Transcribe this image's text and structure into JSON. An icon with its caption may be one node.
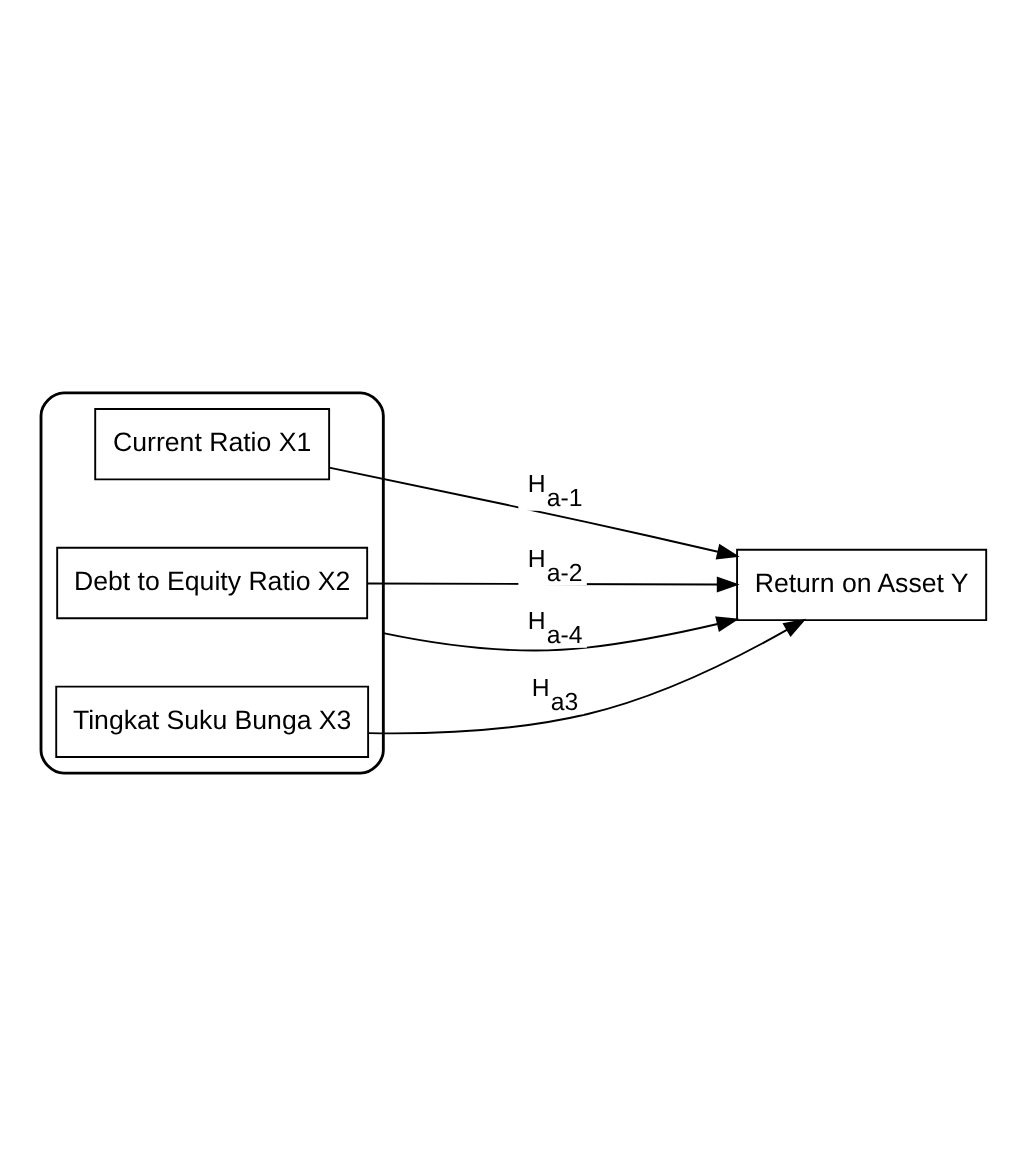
{
  "diagram": {
    "nodes": [
      {
        "text": [],
        "shape": "box"
      },
      {
        "text": [
          "Current Ratio X1"
        ],
        "in": 0
      },
      {
        "text": [
          "Debt to Equity Ratio X2"
        ],
        "in": 0
      },
      {
        "text": [
          "Tingkat Suku Bunga X3"
        ],
        "in": 0
      },
      {
        "text": [
          "Return on Asset Y"
        ]
      }
    ],
    "edges": [
      {
        "from": 1,
        "to": 4,
        "arrow": "to",
        "label": "H$_{a-1}$"
      },
      {
        "from": 2,
        "to": 4,
        "arrow": "to",
        "label": "H$_{a-2}$"
      },
      {
        "from": 3,
        "to": 4,
        "arrow": "to",
        "label": "H$_{a3}$"
      },
      {
        "from": 0,
        "to": 4,
        "arrow": "to",
        "label": "H$_{a-4}$"
      }
    ]
  }
}
